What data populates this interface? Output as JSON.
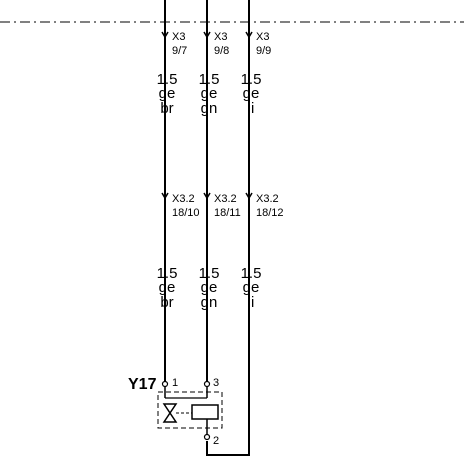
{
  "wires": [
    {
      "id": "w1",
      "upper_connector": {
        "name": "X3",
        "pin": "9/7"
      },
      "upper_spec": {
        "size": "1.5",
        "color1": "ge",
        "color2": "br"
      },
      "lower_connector": {
        "name": "X3.2",
        "pin": "18/10"
      },
      "lower_spec": {
        "size": "1.5",
        "color1": "ge",
        "color2": "br"
      }
    },
    {
      "id": "w2",
      "upper_connector": {
        "name": "X3",
        "pin": "9/8"
      },
      "upper_spec": {
        "size": "1.5",
        "color1": "ge",
        "color2": "gn"
      },
      "lower_connector": {
        "name": "X3.2",
        "pin": "18/11"
      },
      "lower_spec": {
        "size": "1.5",
        "color1": "ge",
        "color2": "gn"
      }
    },
    {
      "id": "w3",
      "upper_connector": {
        "name": "X3",
        "pin": "9/9"
      },
      "upper_spec": {
        "size": "1.5",
        "color1": "ge",
        "color2": "li"
      },
      "lower_connector": {
        "name": "X3.2",
        "pin": "18/12"
      },
      "lower_spec": {
        "size": "1.5",
        "color1": "ge",
        "color2": "li"
      }
    }
  ],
  "component": {
    "name": "Y17",
    "pins": [
      "1",
      "3",
      "2"
    ]
  },
  "colors": {
    "line": "#000000",
    "background": "#ffffff"
  }
}
